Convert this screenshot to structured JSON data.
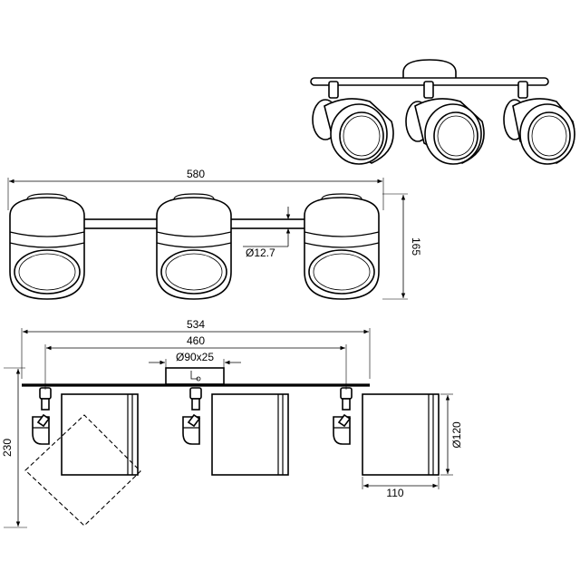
{
  "dimensions": {
    "overall_length": "580",
    "bar_diameter": "Ø12.7",
    "front_height": "165",
    "side_length": "534",
    "spot_spacing": "460",
    "canopy_size": "Ø90x25",
    "side_height": "230",
    "shade_diameter": "Ø120",
    "shade_depth": "110"
  }
}
